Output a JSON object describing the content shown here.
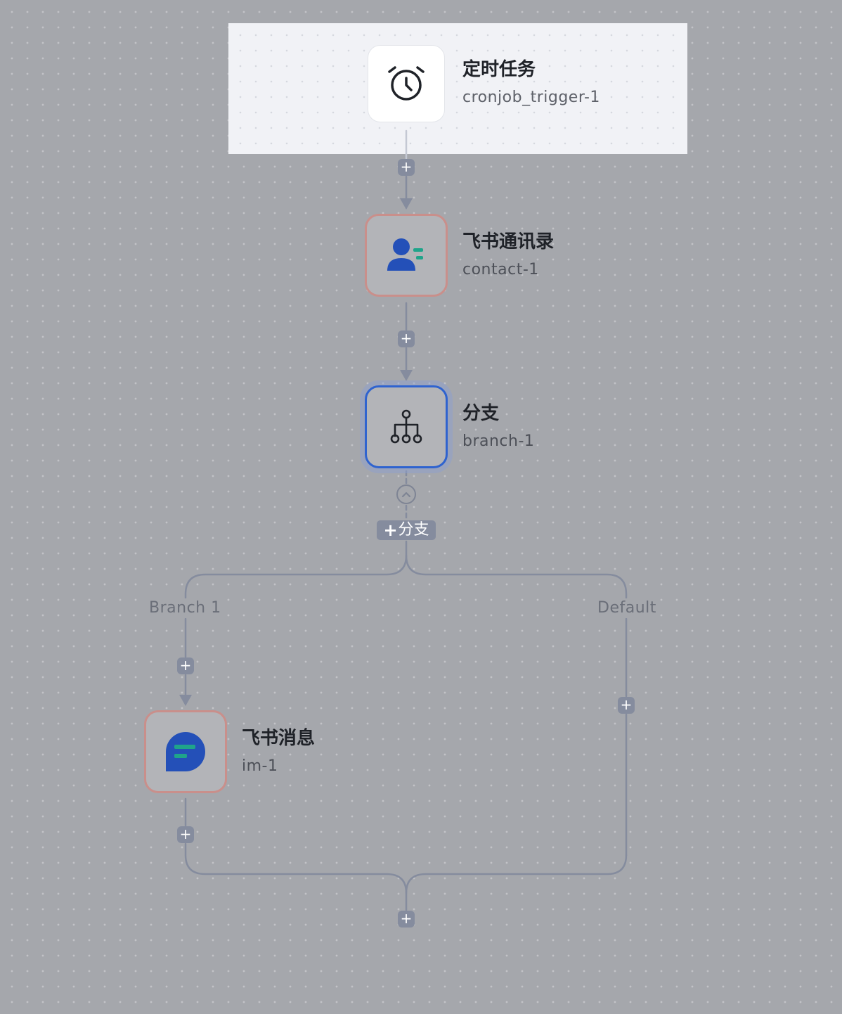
{
  "nodes": {
    "cron": {
      "title": "定时任务",
      "id": "cronjob_trigger-1",
      "icon": "alarm-clock-icon"
    },
    "contact": {
      "title": "飞书通讯录",
      "id": "contact-1",
      "icon": "contact-user-icon"
    },
    "branch": {
      "title": "分支",
      "id": "branch-1",
      "icon": "branch-tree-icon"
    },
    "im": {
      "title": "飞书消息",
      "id": "im-1",
      "icon": "message-bubble-icon"
    }
  },
  "branch_controls": {
    "add_branch_plus": "+",
    "add_branch_label": "分支",
    "collapse_icon": "chevron-up-icon"
  },
  "branches": {
    "left": "Branch 1",
    "right": "Default"
  },
  "add_button_symbol": "+",
  "colors": {
    "canvas": "#a5a7ac",
    "highlight": "#f1f2f6",
    "wire": "#858c9e",
    "selected_border": "#2f63cf",
    "node_error_border": "#c98f8b",
    "icon_blue": "#2450b8",
    "icon_teal": "#1fa48a"
  }
}
